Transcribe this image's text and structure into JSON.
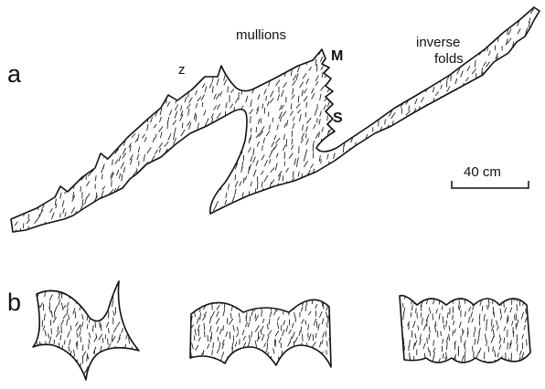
{
  "panels": {
    "a": "a",
    "b": "b"
  },
  "labels": {
    "z": "z",
    "mullions": "mullions",
    "m": "M",
    "s": "S",
    "inverse": "inverse",
    "folds": "folds"
  },
  "scale_bar": {
    "label": "40 cm"
  },
  "colors": {
    "ink": "#111111",
    "fill": "#ffffff"
  }
}
